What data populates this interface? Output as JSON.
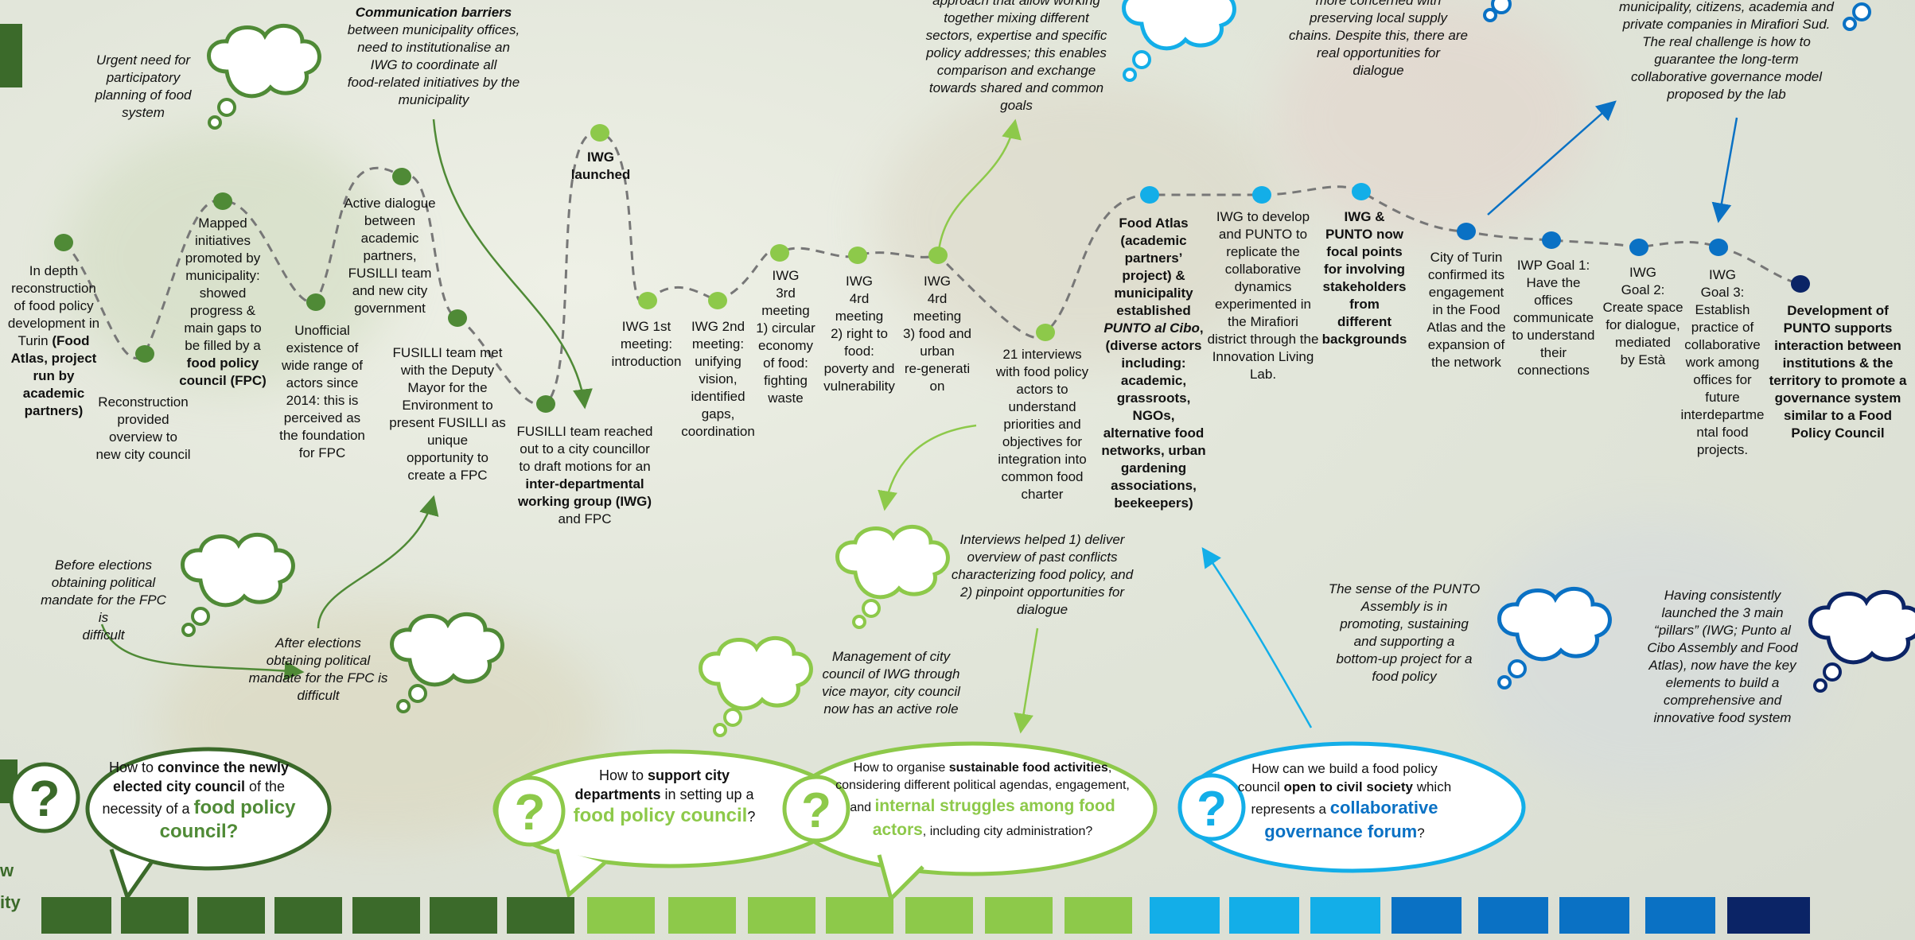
{
  "colors": {
    "dark_green": "#3b6a2a",
    "green": "#4f8a36",
    "light_green": "#8dc94a",
    "light_blue": "#13aee8",
    "mid_blue": "#0a71c4",
    "navy": "#0b2466"
  },
  "timeline": {
    "nodes": [
      {
        "id": "n1",
        "label_lines": [
          "In depth",
          "reconstruction",
          "of food policy",
          "development in",
          "Turin <b>(Food",
          "<b>Atlas, project</b>",
          "<b>run by</b>",
          "<b>academic</b>",
          "<b>partners)</b>"
        ],
        "color": "green"
      },
      {
        "id": "n2",
        "label_lines": [
          "Reconstruction",
          "provided",
          "overview to",
          "new city council"
        ],
        "color": "green"
      },
      {
        "id": "n3",
        "label_lines": [
          "Mapped",
          "initiatives",
          "promoted by",
          "municipality:",
          "showed",
          "progress &",
          "main gaps to",
          "be filled by a",
          "<b>food policy</b>",
          "<b>council (FPC)</b>"
        ],
        "color": "green"
      },
      {
        "id": "n4",
        "label_lines": [
          "Unofficial",
          "existence of",
          "wide range of",
          "actors since",
          "2014: this is",
          "perceived as",
          "the foundation",
          "for FPC"
        ],
        "color": "green"
      },
      {
        "id": "n5",
        "label_lines": [
          "Active dialogue",
          "between",
          "academic",
          "partners,",
          "FUSILLI team",
          "and new city",
          "government"
        ],
        "color": "green"
      },
      {
        "id": "n6",
        "label_lines": [
          "FUSILLI team met",
          "with the Deputy",
          "Mayor for the",
          "Environment to",
          "present FUSILLI as",
          "unique",
          "opportunity  to",
          "create a FPC"
        ],
        "color": "green"
      },
      {
        "id": "n7",
        "label_lines": [
          "FUSILLI team reached",
          "out to a city councillor",
          "to draft motions for an",
          "<b>inter-departmental</b>",
          "<b>working group (IWG)</b>",
          "and FPC"
        ],
        "color": "green"
      },
      {
        "id": "n8",
        "label_lines": [
          "<b>IWG</b>",
          "<b>launched</b>"
        ],
        "color": "light_green"
      },
      {
        "id": "n9",
        "label_lines": [
          "IWG 1st",
          "meeting:",
          "introduction"
        ],
        "color": "light_green"
      },
      {
        "id": "n10",
        "label_lines": [
          "IWG 2nd",
          "meeting:",
          "unifying",
          "vision,",
          "identified",
          "gaps,",
          "coordination"
        ],
        "color": "light_green"
      },
      {
        "id": "n11",
        "label_lines": [
          "IWG",
          "3rd",
          "meeting",
          "1) circular",
          "economy",
          "of food:",
          "fighting",
          "waste"
        ],
        "color": "light_green"
      },
      {
        "id": "n12",
        "label_lines": [
          "IWG",
          "4rd",
          "meeting",
          "2) right to",
          "food:",
          "poverty and",
          "vulnerability"
        ],
        "color": "light_green"
      },
      {
        "id": "n13",
        "label_lines": [
          "IWG",
          "4rd",
          "meeting",
          "3) food and",
          "urban",
          "re-generati",
          "on"
        ],
        "color": "light_green"
      },
      {
        "id": "n14",
        "label_lines": [
          "21 interviews",
          "with food policy",
          "actors to",
          "understand",
          "priorities and",
          "objectives for",
          "integration into",
          "common food",
          "charter"
        ],
        "color": "light_green"
      },
      {
        "id": "n15",
        "label_lines": [
          "<b>Food Atlas</b>",
          "<b>(academic</b>",
          "<b>partners’</b>",
          "<b>project) &</b>",
          "<b>municipality</b>",
          "<b>established</b>",
          "<b><i>PUNTO al Cibo</i>,</b>",
          "<b>(diverse actors</b>",
          "<b>including:</b>",
          "<b>academic,</b>",
          "<b>grassroots,</b>",
          "<b>NGOs,</b>",
          "<b>alternative food</b>",
          "<b>networks, urban</b>",
          "<b>gardening</b>",
          "<b>associations,</b>",
          "<b>beekeepers)</b>"
        ],
        "color": "light_blue"
      },
      {
        "id": "n16",
        "label_lines": [
          "IWG to develop",
          "and PUNTO to",
          "replicate the",
          "collaborative",
          "dynamics",
          "experimented in",
          "the Mirafiori",
          "district through the",
          "Innovation Living",
          "Lab."
        ],
        "color": "light_blue"
      },
      {
        "id": "n17",
        "label_lines": [
          "<b>IWG &</b>",
          "<b>PUNTO now</b>",
          "<b>focal points</b>",
          "<b>for involving</b>",
          "<b>stakeholders</b>",
          "<b>from</b>",
          "<b>different</b>",
          "<b>backgrounds</b>"
        ],
        "color": "light_blue"
      },
      {
        "id": "n18",
        "label_lines": [
          "City of Turin",
          "confirmed its",
          "engagement",
          "in the Food",
          "Atlas and the",
          "expansion of",
          "the network"
        ],
        "color": "mid_blue"
      },
      {
        "id": "n19",
        "label_lines": [
          "IWP Goal 1:",
          "Have the",
          "offices",
          "communicate",
          "to understand",
          "their",
          "connections"
        ],
        "color": "mid_blue"
      },
      {
        "id": "n20",
        "label_lines": [
          "IWG",
          "Goal 2:",
          "Create space",
          "for dialogue,",
          "mediated",
          "by Està"
        ],
        "color": "mid_blue"
      },
      {
        "id": "n21",
        "label_lines": [
          "IWG",
          "Goal 3:",
          "Establish",
          "practice of",
          "collaborative",
          "work among",
          "offices for",
          "future",
          "interdepartme",
          "ntal food",
          "projects."
        ],
        "color": "mid_blue"
      },
      {
        "id": "n22",
        "label_lines": [
          "<b>Development of</b>",
          "<b>PUNTO supports</b>",
          "<b>interaction between</b>",
          "<b>institutions & the</b>",
          "<b>territory to promote a</b>",
          "<b>governance system</b>",
          "<b>similar to a Food</b>",
          "<b>Policy Council</b>"
        ],
        "color": "navy"
      }
    ]
  },
  "notes": {
    "urgent": [
      "Urgent need for",
      "participatory",
      "planning of food",
      "system"
    ],
    "barriers": [
      "<b>Communication barriers</b>",
      "between municipality offices,",
      "need to institutionalise an",
      "IWG to coordinate all",
      "food-related initiatives by the",
      "municipality"
    ],
    "approach": [
      "approach that allow working",
      "together mixing different",
      "sectors, expertise and specific",
      "policy addresses; this enables",
      "comparison and exchange",
      "towards shared and common",
      "goals"
    ],
    "supply": [
      "more concerned with",
      "preserving local supply",
      "chains. Despite this, there are",
      "real opportunities for",
      "dialogue"
    ],
    "mirafiori": [
      "municipality, citizens, academia and",
      "private companies in Mirafiori Sud.",
      "The real challenge is how to",
      "guarantee the long-term",
      "collaborative governance model",
      "proposed by the lab"
    ],
    "before_elections": [
      "Before elections",
      "obtaining political",
      "mandate for the FPC is",
      "difficult"
    ],
    "after_elections": [
      "After elections",
      "obtaining political",
      "mandate for the FPC is",
      "difficult"
    ],
    "interviews": [
      "Interviews helped 1) deliver",
      "overview of past conflicts",
      "characterizing food policy, and",
      "2) pinpoint opportunities for",
      "dialogue"
    ],
    "management": [
      "Management of city",
      "council of IWG through",
      "vice mayor, city council",
      "now has an active role"
    ],
    "assembly": [
      "The sense of the PUNTO",
      "Assembly is in",
      "promoting, sustaining",
      "and supporting a",
      "bottom-up project for a",
      "food policy"
    ],
    "pillars": [
      "Having consistently",
      "launched the 3 main",
      "“pillars” (IWG; Punto al",
      "Cibo Assembly and Food",
      "Atlas), now have the key",
      "elements to build a",
      "comprehensive and",
      "innovative food system"
    ]
  },
  "questions": [
    {
      "id": "q1",
      "html": "How to <b>convince the newly elected city council</b> of the necessity of a <span class='hl' style='color:#4f8a36'>food policy council?</span>",
      "color": "dark_green"
    },
    {
      "id": "q2",
      "html": "How to <b>support city departments</b> in setting up a <span class='hl' style='color:#8dc94a'>food policy council</span>?",
      "color": "light_green"
    },
    {
      "id": "q3",
      "html": "How to organise <b>sustainable food activities</b>, considering different political agendas, engagement, and <span class='hl' style='color:#8dc94a;font-size:21px'>internal struggles among food actors</span>, including city administration?",
      "color": "light_green"
    },
    {
      "id": "q4",
      "html": "How can we build a food policy council <b>open to civil society</b> which represents a <span class='hl' style='color:#0a71c4;font-size:22px'>collaborative governance forum</span>?",
      "color": "light_blue"
    }
  ],
  "side_text": [
    "w",
    "ity"
  ],
  "bottom_bar": {
    "colors": [
      "dark_green",
      "dark_green",
      "dark_green",
      "dark_green",
      "dark_green",
      "dark_green",
      "dark_green",
      "light_green",
      "light_green",
      "light_green",
      "light_green",
      "light_green",
      "light_green",
      "light_green",
      "light_blue",
      "light_blue",
      "light_blue",
      "mid_blue",
      "mid_blue",
      "mid_blue",
      "mid_blue",
      "navy"
    ]
  }
}
